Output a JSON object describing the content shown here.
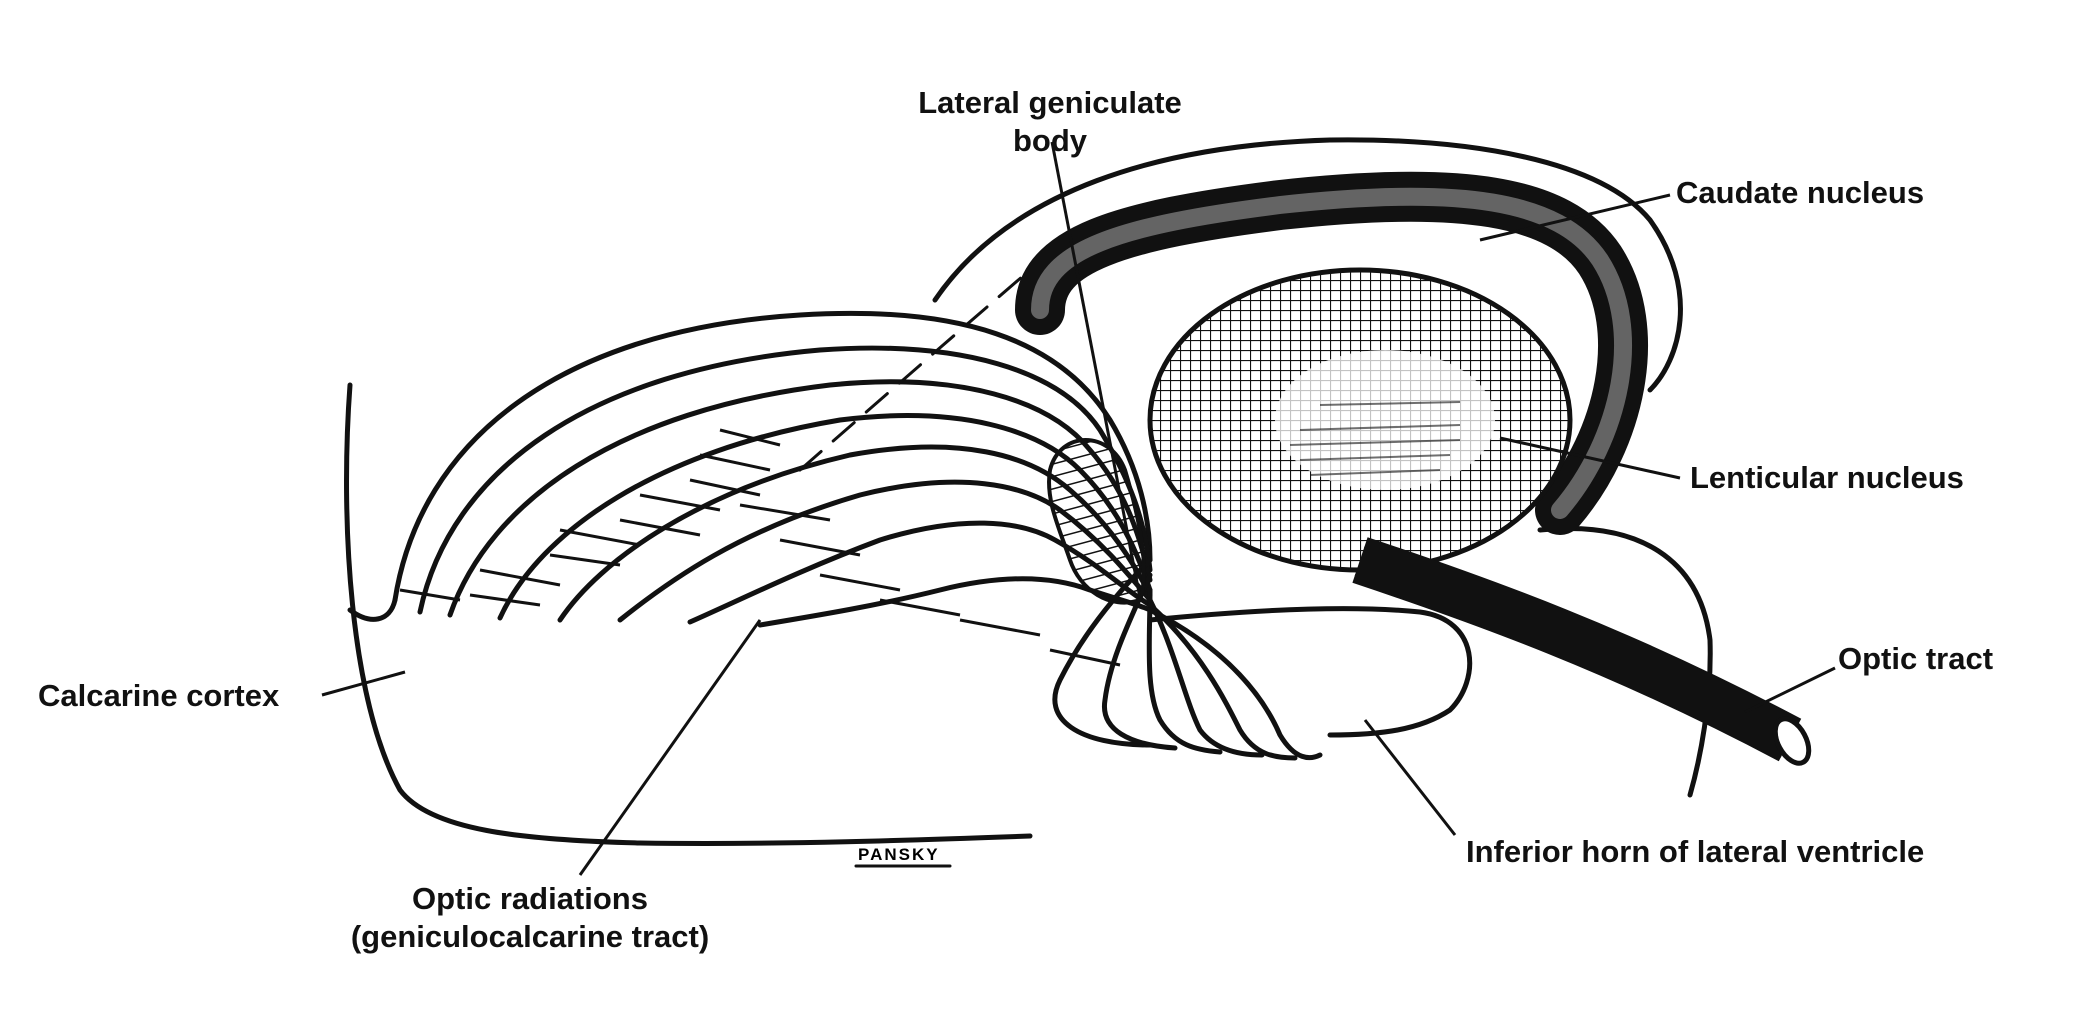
{
  "labels": {
    "lateral_geniculate_body_line1": "Lateral geniculate",
    "lateral_geniculate_body_line2": "body",
    "caudate_nucleus": "Caudate nucleus",
    "lenticular_nucleus": "Lenticular nucleus",
    "optic_tract": "Optic tract",
    "calcarine_cortex": "Calcarine cortex",
    "inferior_horn": "Inferior horn of lateral ventricle",
    "optic_radiations_line1": "Optic radiations",
    "optic_radiations_line2": "(geniculocalcarine tract)"
  },
  "signature": "PANSKY"
}
